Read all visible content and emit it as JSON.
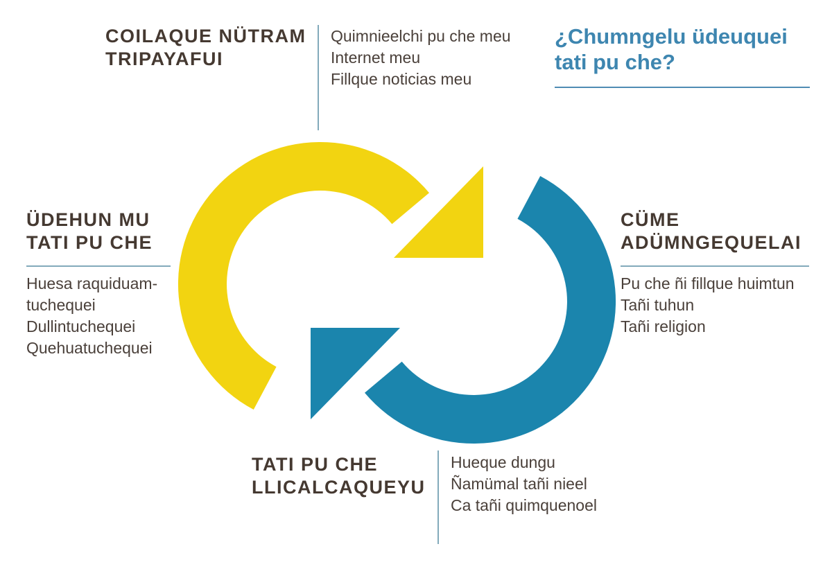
{
  "title": {
    "lines": [
      "¿Chumngelu üdeuquei",
      "tati pu che?"
    ]
  },
  "sections": {
    "top_left": {
      "heading": [
        "COILAQUE NÜTRAM",
        "TRIPAYAFUI"
      ],
      "items": [
        "Quimnieelchi pu che meu",
        "Internet meu",
        "Fillque noticias meu"
      ]
    },
    "right": {
      "heading": [
        "CÜME",
        "ADÜMNGEQUELAI"
      ],
      "items": [
        "Pu che ñi fillque huimtun",
        "Tañi tuhun",
        "Tañi religion"
      ]
    },
    "left": {
      "heading": [
        "ÜDEHUN MU",
        "TATI PU CHE"
      ],
      "items": [
        "Huesa raquiduam-",
        "tuchequei",
        "Dullintuchequei",
        "Quehuatuchequei"
      ]
    },
    "bottom": {
      "heading": [
        "TATI PU CHE",
        "LLICALCAQUEYU"
      ],
      "items": [
        "Hueque dungu",
        "Ñamümal tañi nieel",
        "Ca tañi quimquenoel"
      ]
    }
  },
  "colors": {
    "arrow_yellow": "#F2D411",
    "arrow_blue": "#1B85AD",
    "heading_text": "#453931",
    "body_text": "#4A403A",
    "title_text": "#3E86B0",
    "title_underline": "#4F8CB3",
    "separator": "#82AABB"
  }
}
